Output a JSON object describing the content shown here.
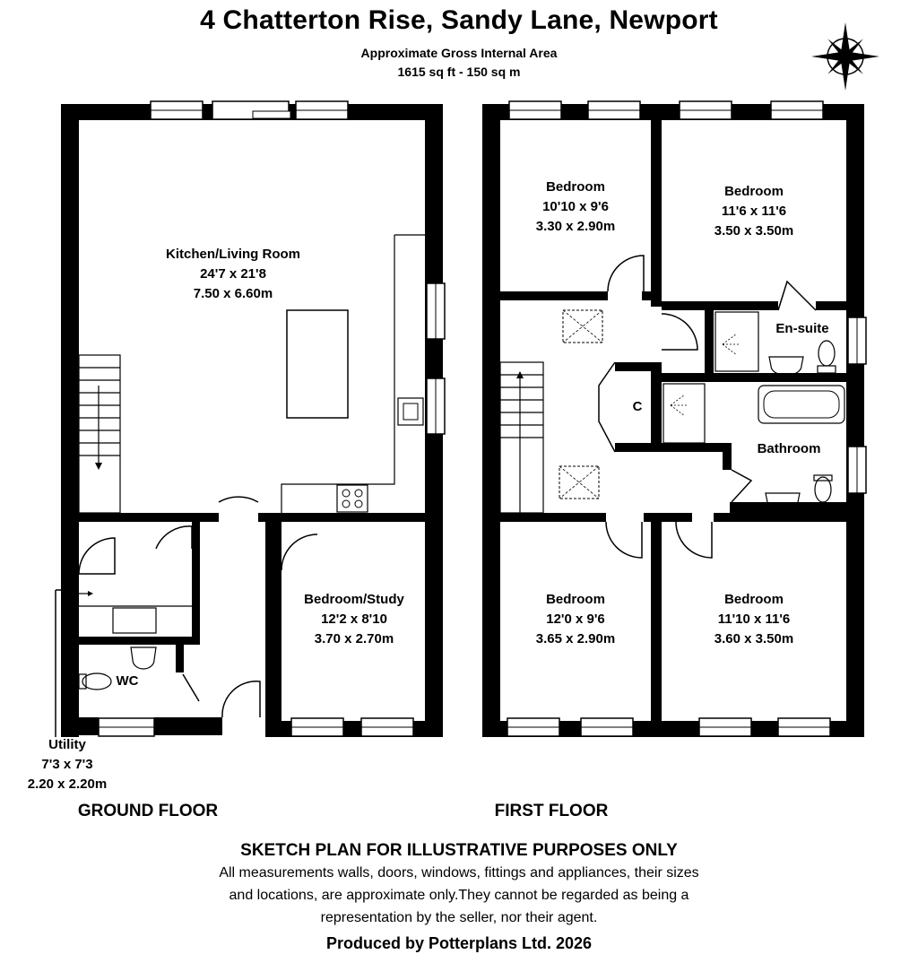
{
  "header": {
    "title": "4 Chatterton Rise, Sandy Lane, Newport",
    "area_label": "Approximate Gross Internal Area",
    "area_value": "1615 sq ft - 150 sq m"
  },
  "compass": {
    "icon": "compass-rose-icon"
  },
  "ground_floor": {
    "label": "GROUND FLOOR",
    "rooms": {
      "kitchen": {
        "name": "Kitchen/Living Room",
        "imperial": "24'7 x 21'8",
        "metric": "7.50 x 6.60m"
      },
      "study": {
        "name": "Bedroom/Study",
        "imperial": "12'2 x 8'10",
        "metric": "3.70 x 2.70m"
      },
      "wc": {
        "name": "WC"
      },
      "utility": {
        "name": "Utility",
        "imperial": "7'3 x 7'3",
        "metric": "2.20 x 2.20m"
      }
    }
  },
  "first_floor": {
    "label": "FIRST FLOOR",
    "rooms": {
      "bed1": {
        "name": "Bedroom",
        "imperial": "10'10 x 9'6",
        "metric": "3.30 x 2.90m"
      },
      "bed2": {
        "name": "Bedroom",
        "imperial": "11'6 x 11'6",
        "metric": "3.50 x 3.50m"
      },
      "ensuite": {
        "name": "En-suite"
      },
      "cupboard": {
        "name": "C"
      },
      "bathroom": {
        "name": "Bathroom"
      },
      "bed3": {
        "name": "Bedroom",
        "imperial": "12'0 x 9'6",
        "metric": "3.65 x 2.90m"
      },
      "bed4": {
        "name": "Bedroom",
        "imperial": "11'10 x 11'6",
        "metric": "3.60 x 3.50m"
      }
    }
  },
  "disclaimer": {
    "title": "SKETCH PLAN FOR ILLUSTRATIVE PURPOSES ONLY",
    "line1": "All measurements walls, doors, windows, fittings and appliances, their sizes",
    "line2": "and locations, are approximate only.They cannot be regarded as being a",
    "line3": "representation by the seller, nor their agent.",
    "producer": "Produced by Potterplans Ltd. 2026"
  }
}
